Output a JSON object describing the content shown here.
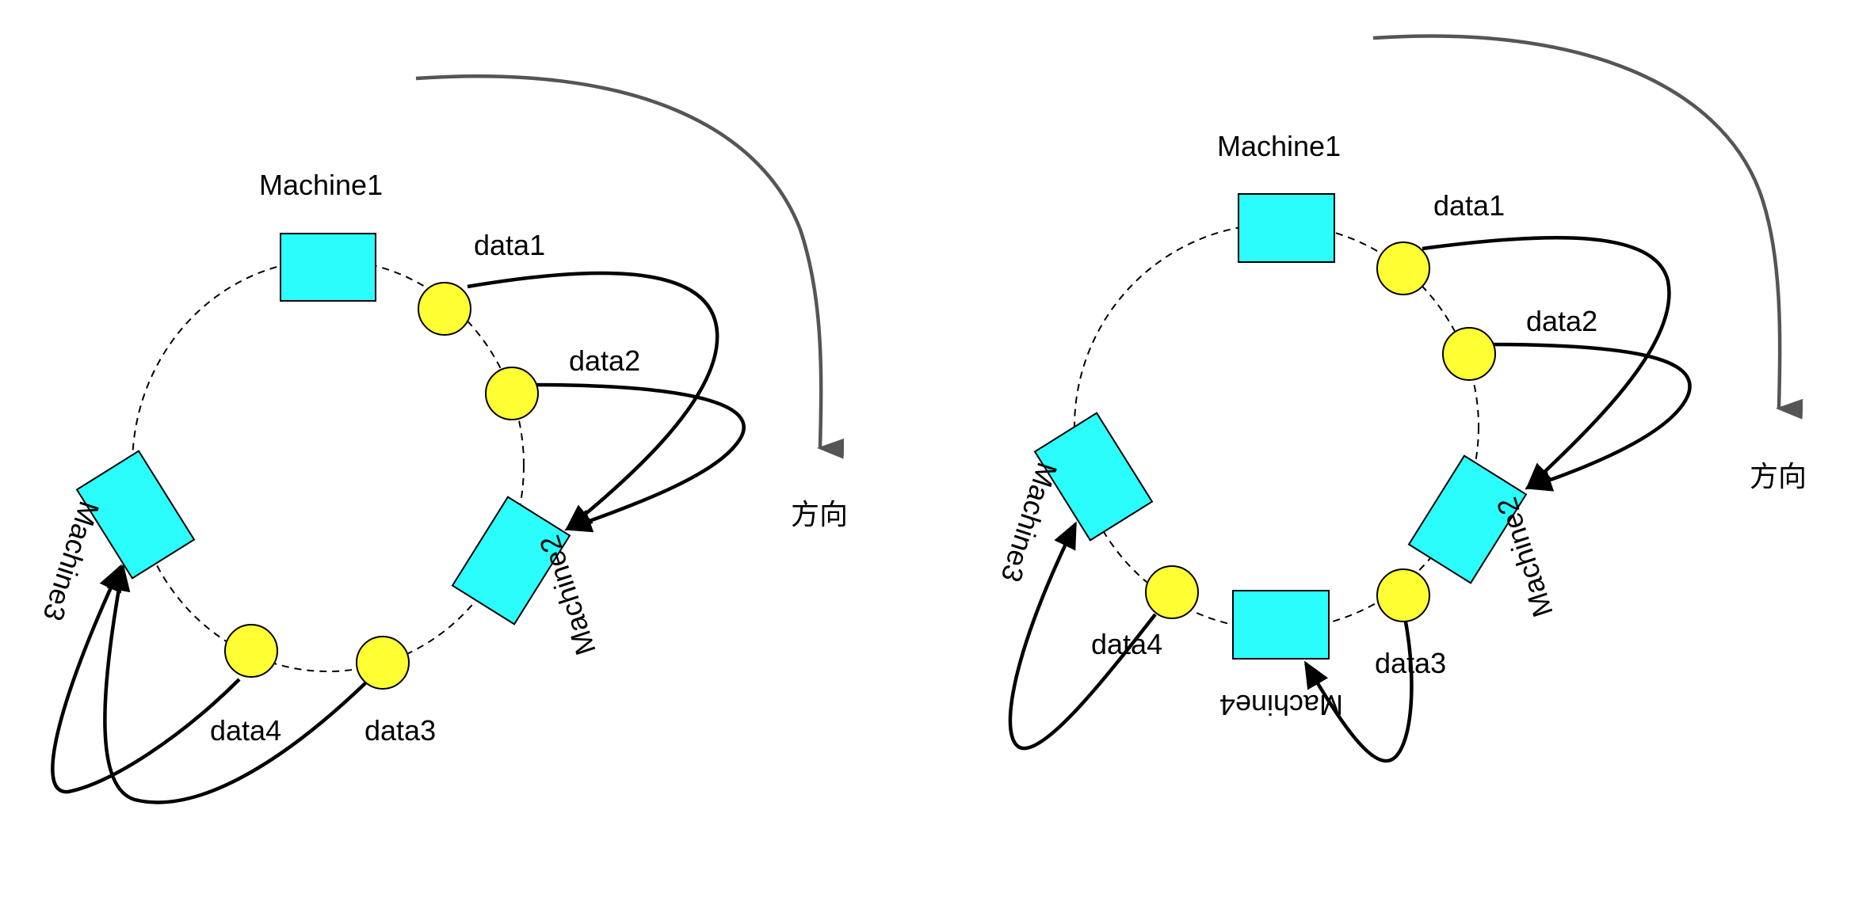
{
  "colors": {
    "machine_fill": "#2bfdfd",
    "data_fill": "#ffff33",
    "direction_arrow": "#555555",
    "line": "#000000"
  },
  "diagrams": [
    {
      "machines": [
        "Machine1",
        "Machine2",
        "Machine3"
      ],
      "data": [
        "data1",
        "data2",
        "data3",
        "data4"
      ],
      "direction_label": "方向"
    },
    {
      "machines": [
        "Machine1",
        "Machine2",
        "Machine3",
        "Machine4"
      ],
      "data": [
        "data1",
        "data2",
        "data3",
        "data4"
      ],
      "direction_label": "方向"
    }
  ]
}
